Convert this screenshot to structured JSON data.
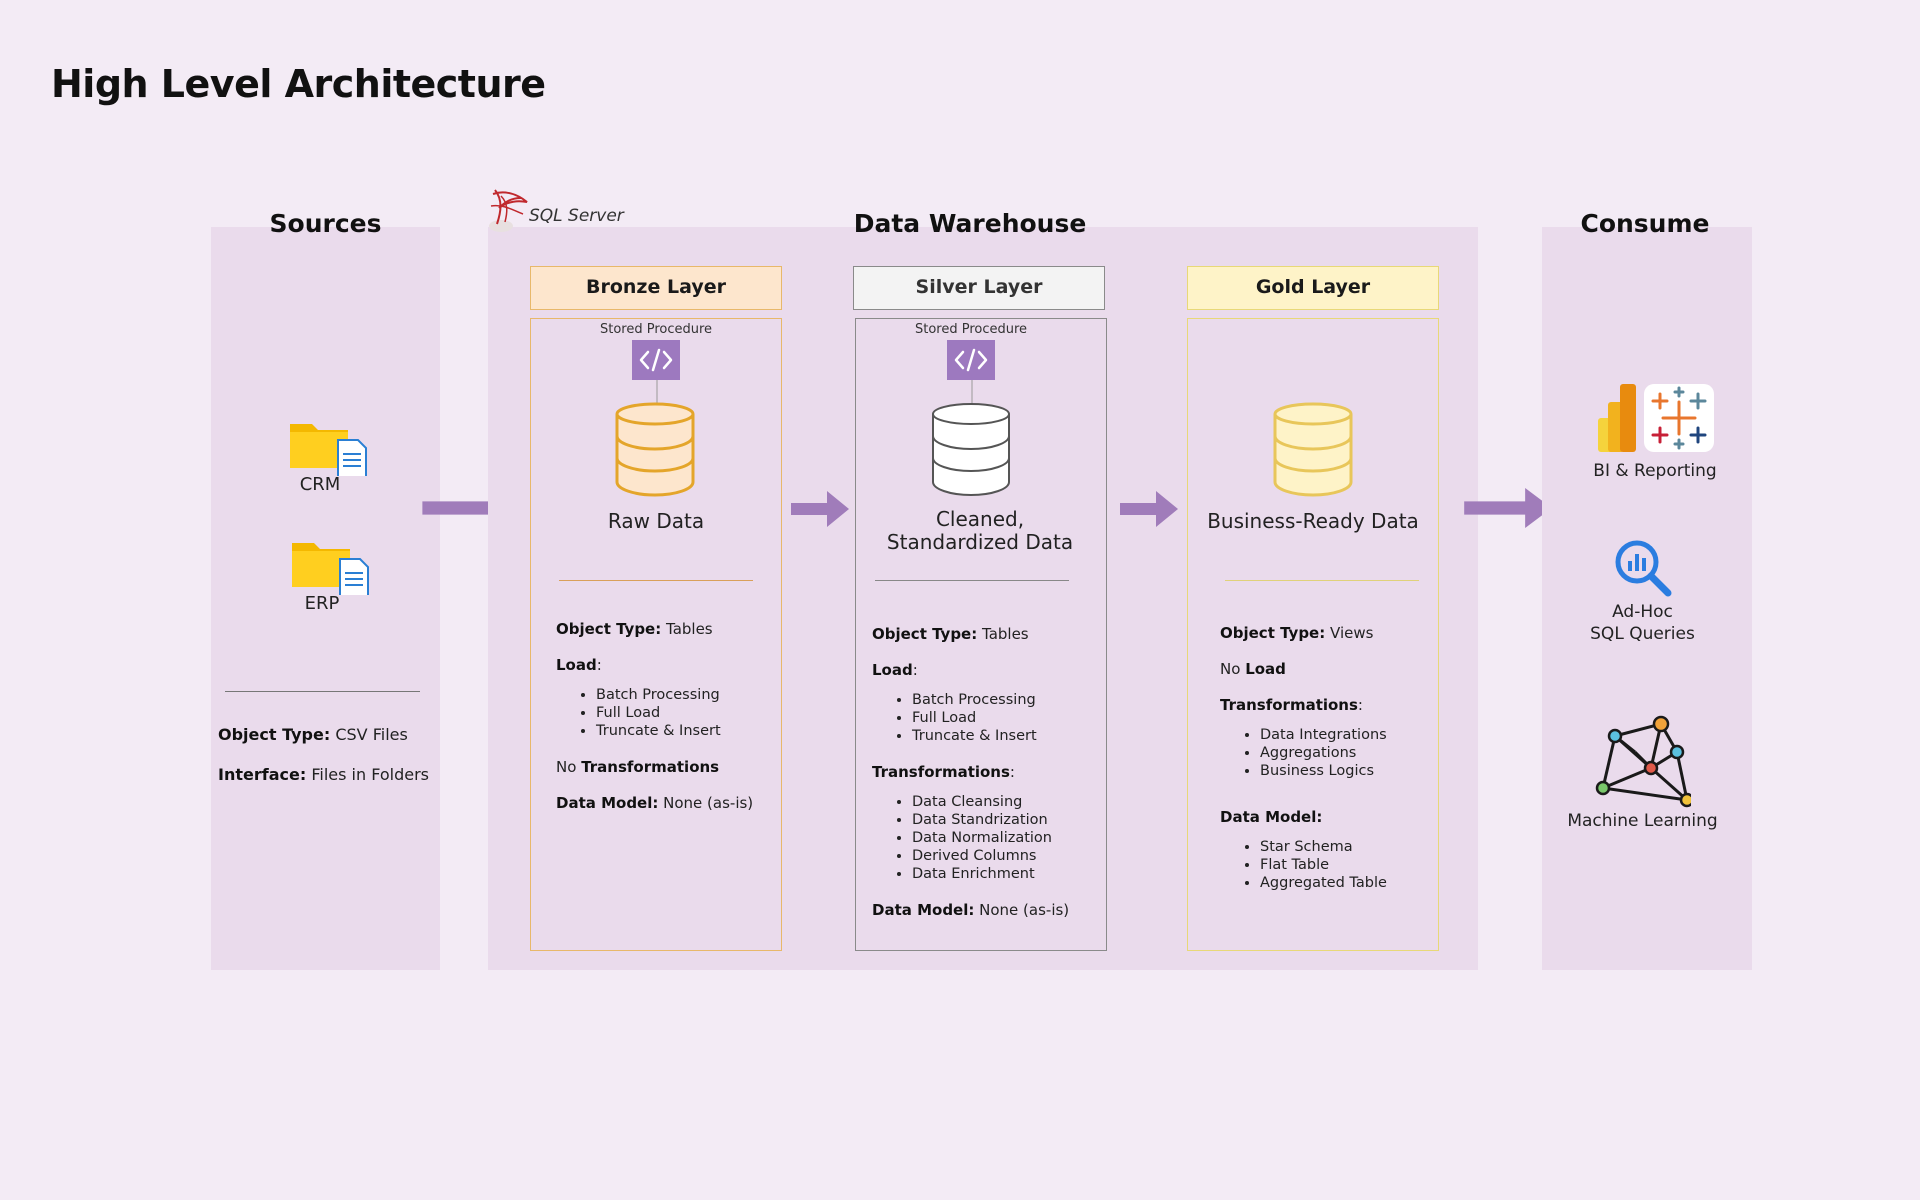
{
  "title": "High Level Architecture",
  "colors": {
    "background": "#f3ebf5",
    "panel": "#eadbec",
    "arrow": "#a07cba",
    "bronze_header_fill": "#fde6cd",
    "bronze_border": "#e8b86a",
    "silver_header_fill": "#f3f3f3",
    "silver_border": "#8a8a8a",
    "gold_header_fill": "#fef3c8",
    "gold_border": "#e8d878",
    "stored_procedure_icon": "#9d79bf"
  },
  "sources": {
    "title": "Sources",
    "items": [
      {
        "label": "CRM",
        "icon": "folder-document-icon"
      },
      {
        "label": "ERP",
        "icon": "folder-document-icon"
      }
    ],
    "object_type_label": "Object Type:",
    "object_type_value": "CSV Files",
    "interface_label": "Interface:",
    "interface_value": "Files in Folders"
  },
  "warehouse": {
    "title": "Data Warehouse",
    "platform_label": "SQL Server",
    "platform_icon": "sql-server-icon",
    "stored_procedure_label": "Stored Procedure",
    "bronze": {
      "header": "Bronze Layer",
      "caption": "Raw Data",
      "object_type_label": "Object Type:",
      "object_type_value": "Tables",
      "load_label": "Load",
      "load_items": [
        "Batch Processing",
        "Full Load",
        "Truncate & Insert"
      ],
      "transform_prefix": "No",
      "transform_label": "Transformations",
      "data_model_label": "Data Model:",
      "data_model_value": "None (as-is)"
    },
    "silver": {
      "header": "Silver Layer",
      "caption": "Cleaned, Standardized Data",
      "object_type_label": "Object Type:",
      "object_type_value": "Tables",
      "load_label": "Load",
      "load_items": [
        "Batch Processing",
        "Full Load",
        "Truncate & Insert"
      ],
      "transform_label": "Transformations",
      "transform_items": [
        "Data Cleansing",
        "Data Standrization",
        "Data Normalization",
        "Derived Columns",
        "Data Enrichment"
      ],
      "data_model_label": "Data Model:",
      "data_model_value": "None (as-is)"
    },
    "gold": {
      "header": "Gold Layer",
      "caption": "Business-Ready Data",
      "object_type_label": "Object Type:",
      "object_type_value": "Views",
      "load_prefix": "No",
      "load_label": "Load",
      "transform_label": "Transformations",
      "transform_items": [
        "Data Integrations",
        "Aggregations",
        "Business Logics"
      ],
      "data_model_label": "Data Model:",
      "data_model_items": [
        "Star Schema",
        "Flat Table",
        "Aggregated Table"
      ]
    }
  },
  "consume": {
    "title": "Consume",
    "items": [
      {
        "label": "BI & Reporting",
        "icon": "bi-reporting-icon"
      },
      {
        "label_line1": "Ad-Hoc",
        "label_line2": "SQL Queries",
        "icon": "sql-query-search-icon"
      },
      {
        "label": "Machine Learning",
        "icon": "machine-learning-network-icon"
      }
    ]
  }
}
